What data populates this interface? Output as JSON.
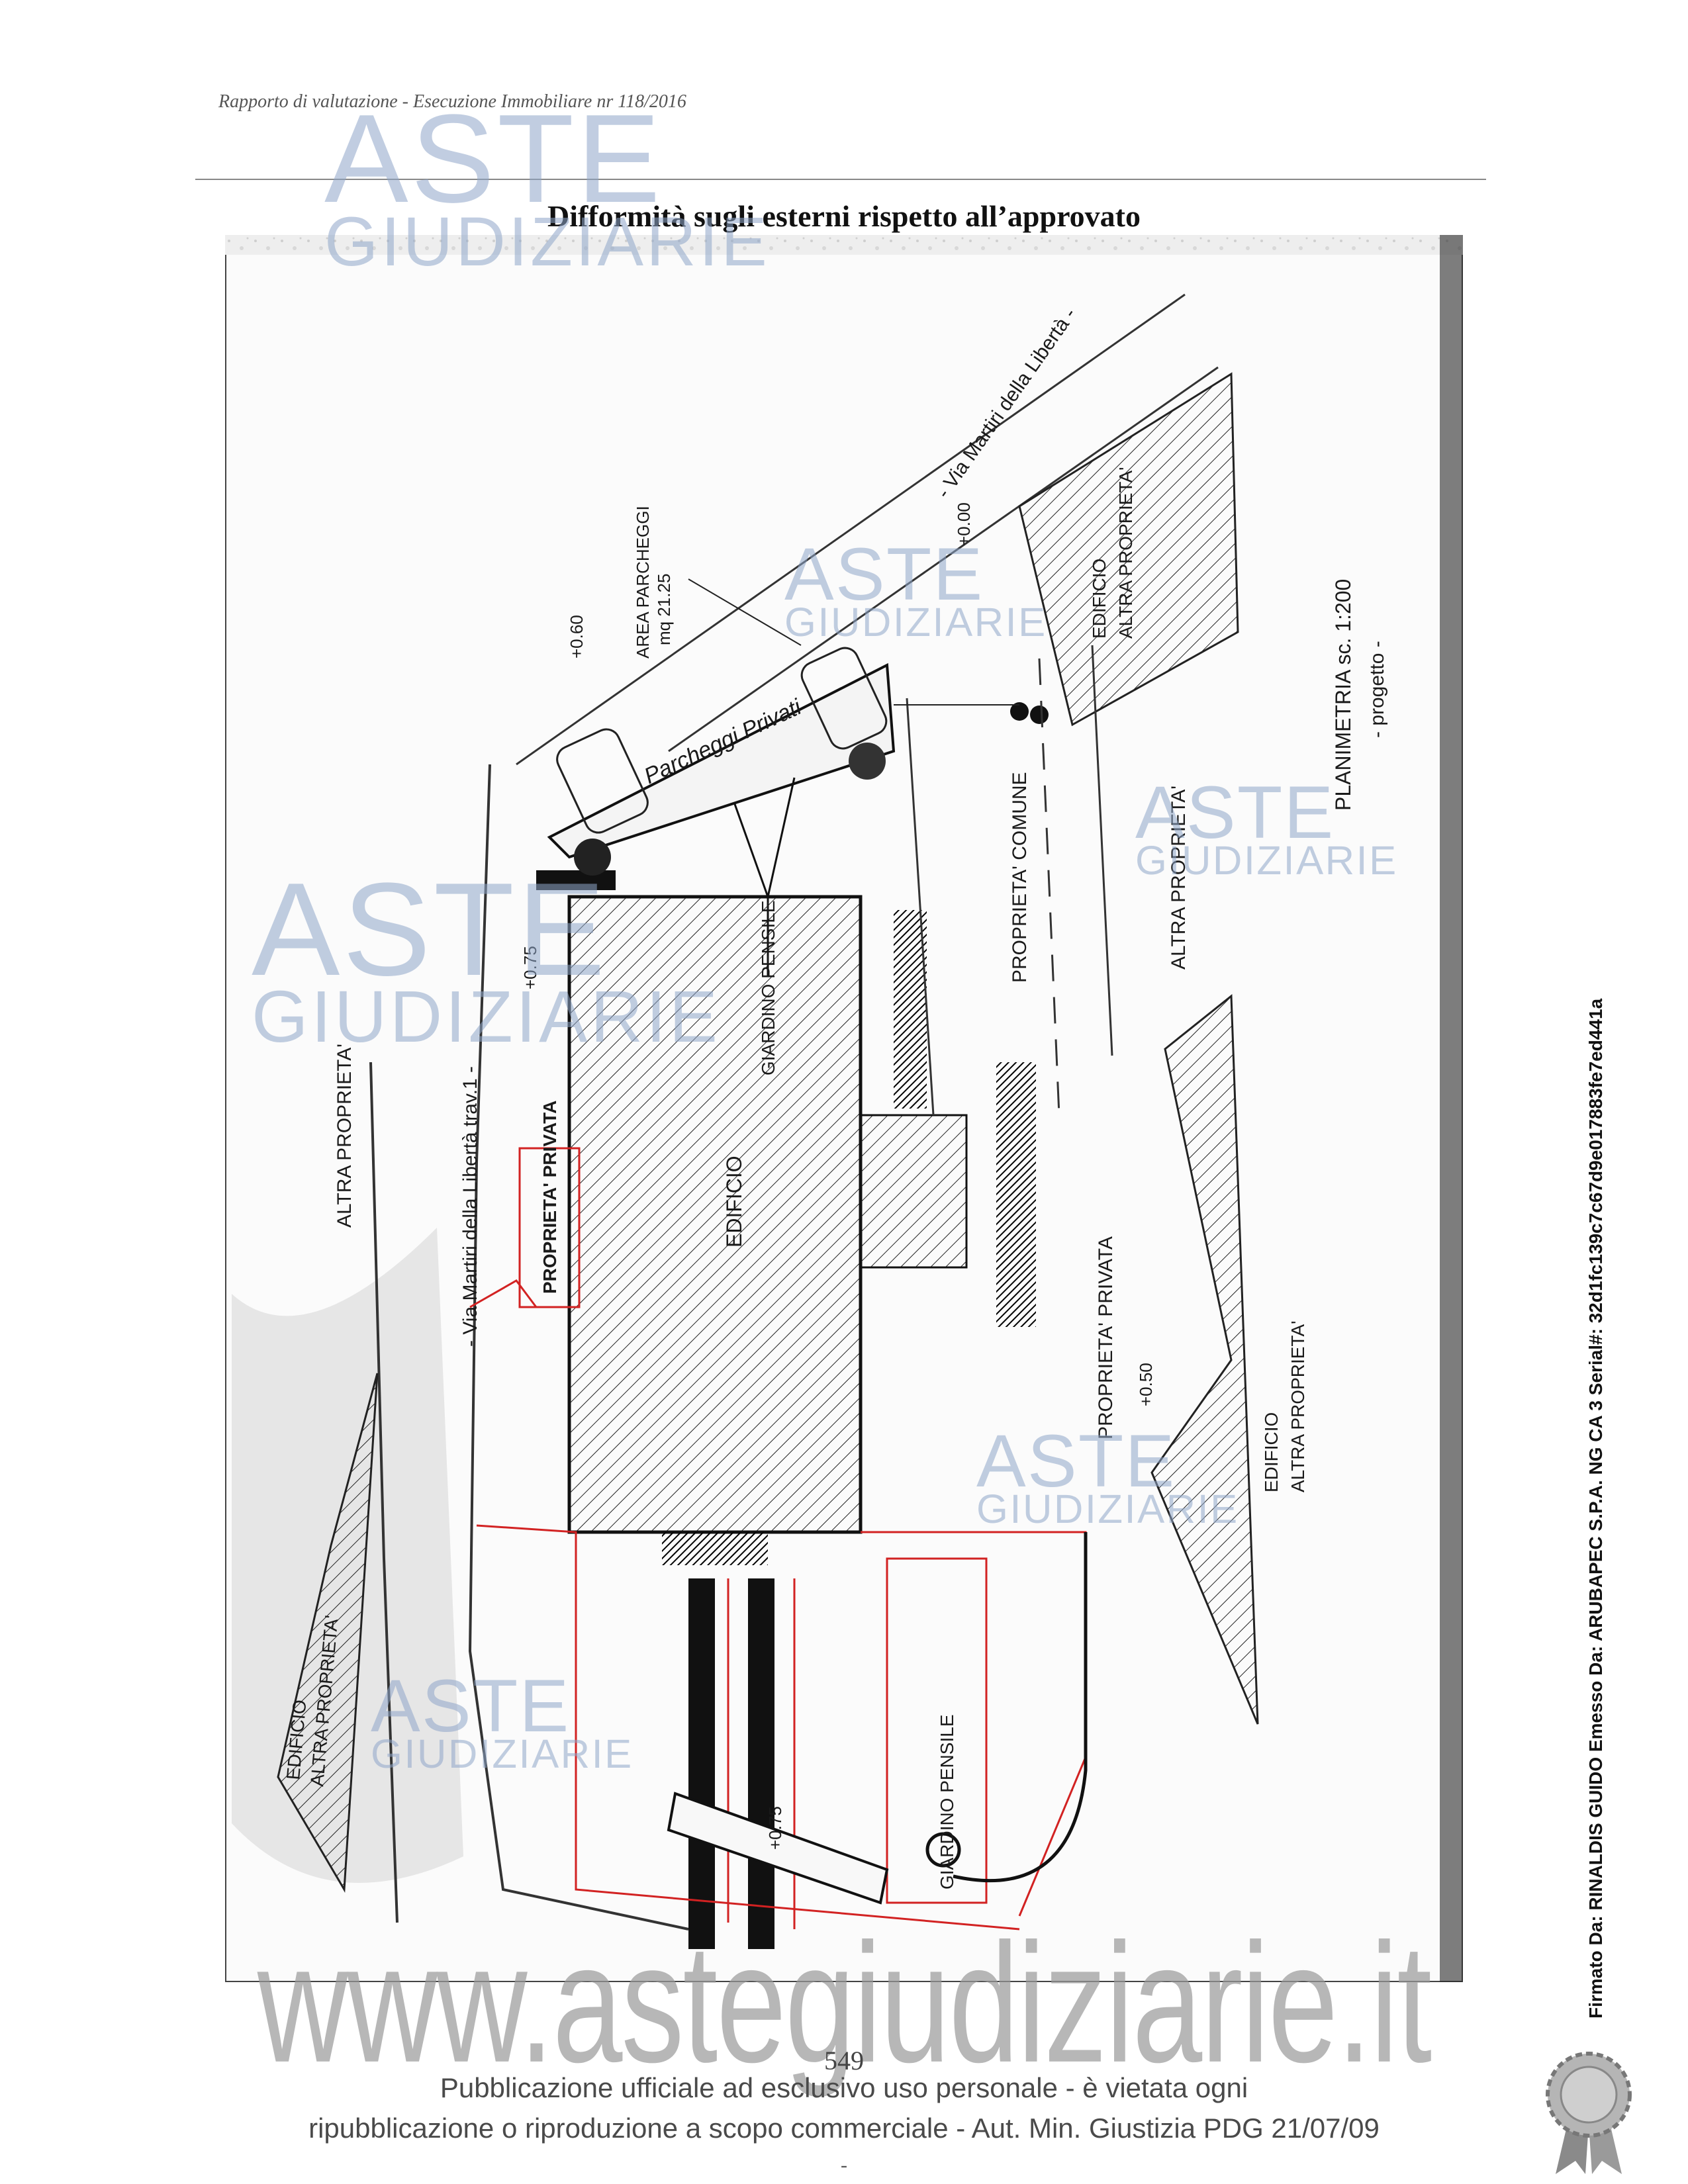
{
  "header": {
    "text": "Rapporto di valutazione  - Esecuzione Immobiliare  nr 118/2016"
  },
  "page_title": "Difformità sugli esterni rispetto all’approvato",
  "plan": {
    "labels": {
      "via_top": "- Via Martiri della Libertà -",
      "via_left": "- Via Martiri della Libertà trav.1 -",
      "altra_left": "ALTRA PROPRIETA'",
      "altra_right": "ALTRA PROPRIETA'",
      "edificio_top_1": "EDIFICIO",
      "edificio_top_2": "ALTRA PROPRIETA'",
      "edificio_right_1": "EDIFICIO",
      "edificio_right_2": "ALTRA PROPRIETA'",
      "edificio_bl_1": "EDIFICIO",
      "edificio_bl_2": "ALTRA PROPRIETA'",
      "edificio_main": "EDIFICIO",
      "giardino_1": "GIARDINO PENSILE",
      "giardino_2": "GIARDINO PENSILE",
      "proprieta_comune": "PROPRIETA' COMUNE",
      "proprieta_privata_right": "PROPRIETA' PRIVATA",
      "proprieta_privata_left": "PROPRIETA' PRIVATA",
      "parcheggi": "Parcheggi Privati",
      "area_parcheggi_1": "AREA PARCHEGGI",
      "area_parcheggi_2": "mq 21.25",
      "planimetria": "PLANIMETRIA sc. 1:200",
      "progetto": "- progetto -",
      "lvl_000": "+0.00",
      "lvl_060": "+0.60",
      "lvl_075a": "+0.75",
      "lvl_075b": "+0.75",
      "lvl_050": "+0.50"
    }
  },
  "watermark": {
    "line1": "ASTE",
    "line2": "GIUDIZIARIE"
  },
  "site_url": "www.astegiudiziarie.it",
  "page_number": "549",
  "disclaimer": {
    "line1": "Pubblicazione ufficiale ad esclusivo uso personale - è vietata ogni",
    "line2": "ripubblicazione o riproduzione a scopo commerciale - Aut. Min. Giustizia PDG 21/07/09"
  },
  "footer_dash": "-",
  "signature": "Firmato Da: RINALDIS GUIDO Emesso Da: ARUBAPEC S.P.A. NG CA 3 Serial#: 32d1fc139c7c67d9e017883fe7ed441a",
  "colors": {
    "watermark": "#8fa6c9",
    "red_lines": "#d22222",
    "plan_ink": "#1a1a1a"
  }
}
